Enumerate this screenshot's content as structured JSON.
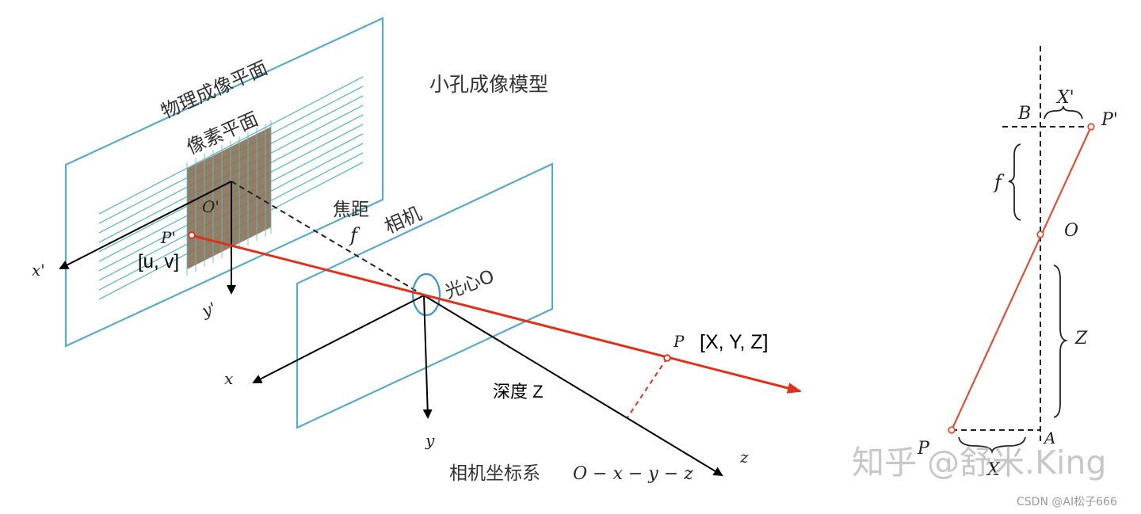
{
  "colors": {
    "plane_stroke": "#5aa9c9",
    "grid_line": "#66b6cc",
    "pixel_fill": "#8a7458",
    "axis": "#000000",
    "ray": "#e0301c",
    "right_ray": "#d4533f",
    "text": "#222222",
    "watermark": "#bdbdbd"
  },
  "left_diagram": {
    "title": "小孔成像模型",
    "physical_plane_label": "物理成像平面",
    "pixel_plane_label": "像素平面",
    "image_origin_label": "O'",
    "image_point_label": "P'",
    "pixel_coords_label": "[u, v]",
    "image_x_axis_label": "x'",
    "image_y_axis_label": "y'",
    "focal_length_label": "焦距",
    "focal_length_symbol": "f",
    "camera_label": "相机",
    "optical_center_label": "光心O",
    "camera_x_axis_label": "x",
    "camera_y_axis_label": "y",
    "camera_z_axis_label": "z",
    "world_point_label": "P",
    "world_coords_label": "[X, Y, Z]",
    "depth_label": "深度 Z",
    "camera_frame_label": "相机坐标系",
    "camera_frame_formula": "O − x − y − z"
  },
  "right_diagram": {
    "label_B": "B",
    "label_X_prime": "X'",
    "label_P_prime": "P'",
    "label_f": "f",
    "label_O": "O",
    "label_Z": "Z",
    "label_P": "P",
    "label_A": "A",
    "label_X": "X"
  },
  "watermarks": {
    "zhihu": "知乎 @舒米.King",
    "csdn": "CSDN @AI松子666"
  }
}
